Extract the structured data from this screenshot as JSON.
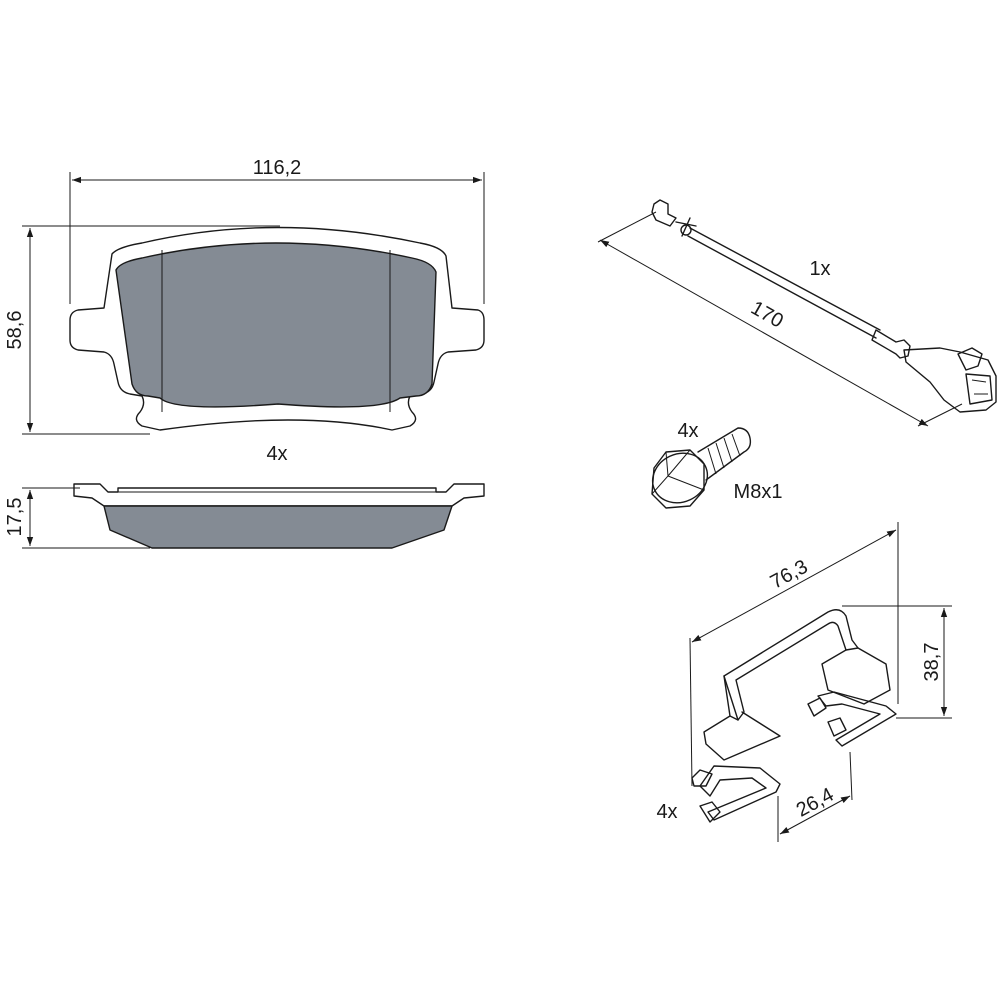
{
  "colors": {
    "line": "#1a1a1a",
    "pad_fill": "#848b94",
    "background": "#ffffff"
  },
  "pad": {
    "width_label": "116,2",
    "height_label": "58,6",
    "quantity_label": "4x"
  },
  "pad_side": {
    "thickness_label": "17,5"
  },
  "wear_sensor": {
    "quantity_label": "1x",
    "length_label": "170"
  },
  "bolt": {
    "quantity_label": "4x",
    "thread_label": "M8x1"
  },
  "clip": {
    "width_label": "76,3",
    "height_label": "38,7",
    "depth_label": "26,4",
    "quantity_label": "4x"
  }
}
